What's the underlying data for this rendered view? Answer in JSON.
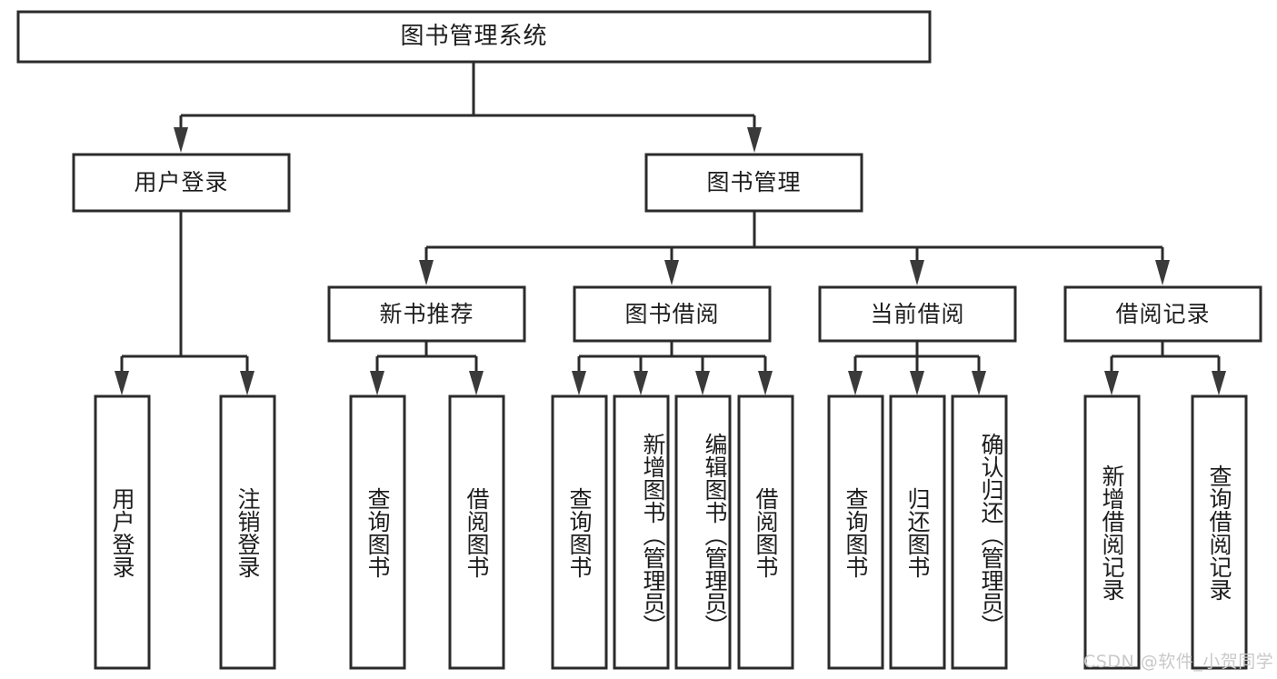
{
  "diagram": {
    "type": "hierarchy-tree",
    "title": "图书管理系统",
    "watermark": "CSDN @软件_小贺同学",
    "level2": [
      {
        "id": "user-login",
        "label": "用户登录"
      },
      {
        "id": "book-management",
        "label": "图书管理"
      }
    ],
    "level3": [
      {
        "id": "new-book-recommend",
        "label": "新书推荐",
        "parent": "book-management"
      },
      {
        "id": "book-borrow",
        "label": "图书借阅",
        "parent": "book-management"
      },
      {
        "id": "current-borrow",
        "label": "当前借阅",
        "parent": "book-management"
      },
      {
        "id": "borrow-record",
        "label": "借阅记录",
        "parent": "book-management"
      }
    ],
    "leaves": [
      {
        "id": "leaf-user-login",
        "label": "用户登录",
        "parent": "user-login"
      },
      {
        "id": "leaf-logout-login",
        "label": "注销登录",
        "parent": "user-login"
      },
      {
        "id": "leaf-query-book-1",
        "label": "查询图书",
        "parent": "new-book-recommend"
      },
      {
        "id": "leaf-borrow-book-1",
        "label": "借阅图书",
        "parent": "new-book-recommend"
      },
      {
        "id": "leaf-query-book-2",
        "label": "查询图书",
        "parent": "book-borrow"
      },
      {
        "id": "leaf-add-book",
        "label": "新增图书（管理员）",
        "parent": "book-borrow"
      },
      {
        "id": "leaf-edit-book",
        "label": "编辑图书（管理员）",
        "parent": "book-borrow"
      },
      {
        "id": "leaf-borrow-book-2",
        "label": "借阅图书",
        "parent": "book-borrow"
      },
      {
        "id": "leaf-query-book-3",
        "label": "查询图书",
        "parent": "current-borrow"
      },
      {
        "id": "leaf-return-book",
        "label": "归还图书",
        "parent": "current-borrow"
      },
      {
        "id": "leaf-confirm-return",
        "label": "确认归还（管理员）",
        "parent": "current-borrow"
      },
      {
        "id": "leaf-add-record",
        "label": "新增借阅记录",
        "parent": "borrow-record"
      },
      {
        "id": "leaf-query-record",
        "label": "查询借阅记录",
        "parent": "borrow-record"
      }
    ],
    "colors": {
      "box_stroke": "#2b2b2b",
      "box_fill": "#ffffff",
      "text": "#1d1d1d",
      "connector": "#2b2b2b",
      "watermark": "#c9c9c9",
      "background": "#ffffff"
    }
  }
}
